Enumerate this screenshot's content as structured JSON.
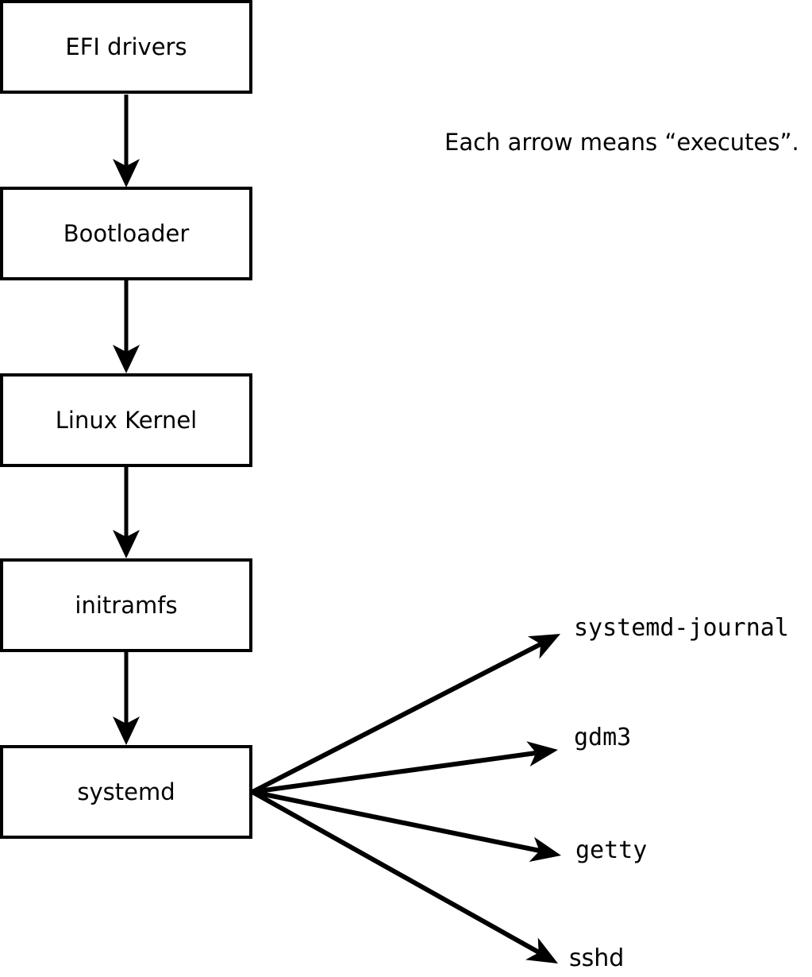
{
  "note": "Each arrow means “executes”.",
  "colors": {
    "stroke": "#000000",
    "background": "#ffffff"
  },
  "diagram": {
    "nodes": [
      {
        "id": "efi-drivers",
        "label": "EFI drivers"
      },
      {
        "id": "bootloader",
        "label": "Bootloader"
      },
      {
        "id": "linux-kernel",
        "label": "Linux Kernel"
      },
      {
        "id": "initramfs",
        "label": "initramfs"
      },
      {
        "id": "systemd",
        "label": "systemd"
      }
    ],
    "leaves": [
      {
        "id": "systemd-journal",
        "label": "systemd-journal"
      },
      {
        "id": "gdm3",
        "label": "gdm3"
      },
      {
        "id": "getty",
        "label": "getty"
      },
      {
        "id": "sshd",
        "label": "sshd"
      }
    ],
    "edges": [
      {
        "from": "EFI drivers",
        "to": "Bootloader",
        "meaning": "executes"
      },
      {
        "from": "Bootloader",
        "to": "Linux Kernel",
        "meaning": "executes"
      },
      {
        "from": "Linux Kernel",
        "to": "initramfs",
        "meaning": "executes"
      },
      {
        "from": "initramfs",
        "to": "systemd",
        "meaning": "executes"
      },
      {
        "from": "systemd",
        "to": "systemd-journal",
        "meaning": "executes"
      },
      {
        "from": "systemd",
        "to": "gdm3",
        "meaning": "executes"
      },
      {
        "from": "systemd",
        "to": "getty",
        "meaning": "executes"
      },
      {
        "from": "systemd",
        "to": "sshd",
        "meaning": "executes"
      }
    ]
  }
}
